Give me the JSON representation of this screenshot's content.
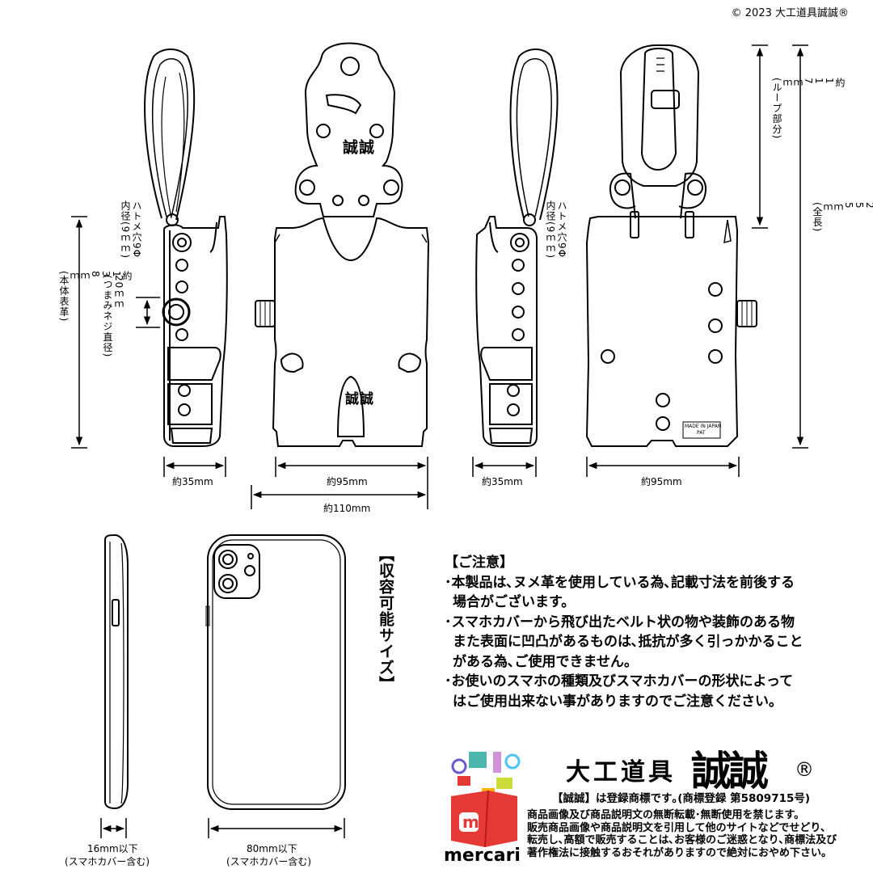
{
  "copyright": "©  2023  大工道具誠誠®",
  "dimensions": {
    "body_height": "約\n1\n3\n8\nｍ\nｍ\n(本体表革)",
    "eyelet": "ハトメ穴9Φ\n内径(9ｍｍ)",
    "knob": "20ｍｍ\n(つまみネジ直径)",
    "loop": "約\n1\n1\n7\nｍ\nｍ\n(ループ部分)",
    "total": "約\n2\n5\n5\nｍ\nｍ\n(全長)",
    "w_side_left": "約35mm",
    "w_front": "約95mm",
    "w_overall": "約110mm",
    "w_side_right": "約35mm",
    "w_back": "約95mm",
    "phone_thickness": "16mm以下",
    "phone_thickness_note": "(スマホカバー含む)",
    "phone_width": "80mm以下",
    "phone_width_note": "(スマホカバー含む)"
  },
  "capacity_title": "【収容可能サイズ】",
  "notes": {
    "heading": "【ご注意】",
    "lines": [
      "･本製品は､ヌメ革を使用している為､記載寸法を前後する",
      "場合がございます。",
      "･スマホカバーから飛び出たベルト状の物や装飾のある物",
      "また表面に凹凸があるものは､抵抗が多く引っかかること",
      "がある為､ご使用できません。",
      "･お使いのスマホの種類及びスマホカバーの形状によって",
      "はご使用出来ない事がありますのでご注意ください。"
    ]
  },
  "product_marks": {
    "logo": "誠\n誠",
    "made_in": "MADE IN JAPAN",
    "pat": "PAT"
  },
  "brand": {
    "name": "大工道具",
    "logo": "誠誠",
    "reg": "®",
    "trademark": "【誠誠】は登録商標です｡(商標登録 第5809715号)",
    "legal": [
      "商品画像及び商品説明文の無断転載･無断使用を禁じます。",
      "販売商品画像や商品説明文を引用して他のサイトなどでせどり､",
      "転売し､高額で販売することは､お客様のご迷惑となり､商標法及び",
      "著作権法に接触するおそれがありますので絶対におやめ下さい。"
    ]
  },
  "mercari": {
    "wordmark": "mercari",
    "box_letter": "m"
  }
}
